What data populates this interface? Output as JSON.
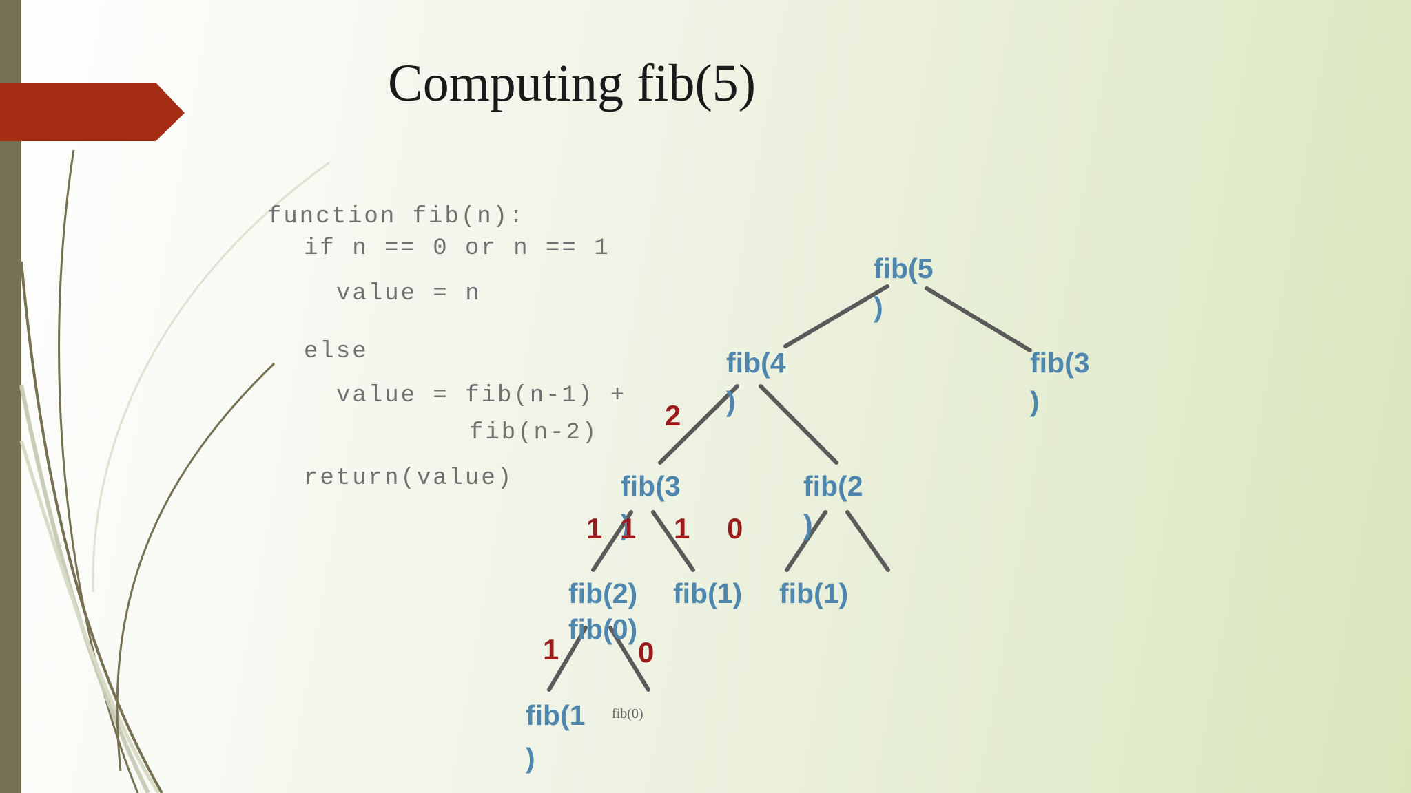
{
  "slide": {
    "title": "Computing fib(5)",
    "accent_color": "#a52d14",
    "sidebar_color": "#767152"
  },
  "code": {
    "line1": "function fib(n):",
    "line2": "if n == 0 or n == 1",
    "line3": "value = n",
    "line4": "else",
    "line5": "value = fib(n-1) +",
    "line6": "fib(n-2)",
    "line7": "return(value)"
  },
  "tree": {
    "fib5": "fib(5\n)",
    "fib4": "fib(4\n)",
    "fib3_right": "fib(3\n)",
    "fib3_left": "fib(3\n)",
    "fib2_right": "fib(2\n)",
    "fib2": "fib(2)",
    "fib1_a": "fib(1)",
    "fib1_b": "fib(1)",
    "fib0_overlap": "fib(0)",
    "fib1_bottom": "fib(1\n)",
    "fib0_small": "fib(0)"
  },
  "return_values": {
    "v2": "2",
    "v1_a": "1",
    "v1_b": "1",
    "v1_c": "1",
    "v0_a": "0",
    "v1_d": "1",
    "v0_b": "0"
  }
}
